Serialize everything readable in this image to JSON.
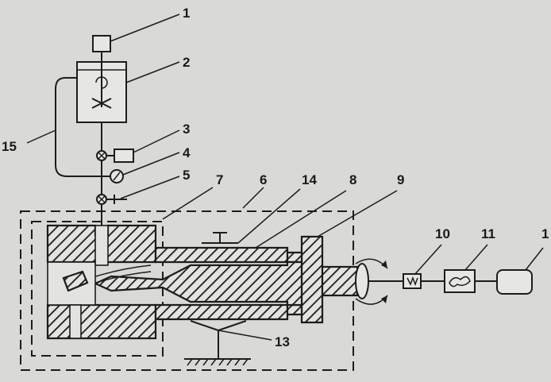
{
  "labels": {
    "l1": "1",
    "l2": "2",
    "l3": "3",
    "l4": "4",
    "l5": "5",
    "l6": "6",
    "l7": "7",
    "l8": "8",
    "l9": "9",
    "l10": "10",
    "l11": "11",
    "l12": "1",
    "l13": "13",
    "l14": "14",
    "l15": "15"
  },
  "colors": {
    "background": "#d9dad6",
    "ink": "#1c1c1c"
  }
}
